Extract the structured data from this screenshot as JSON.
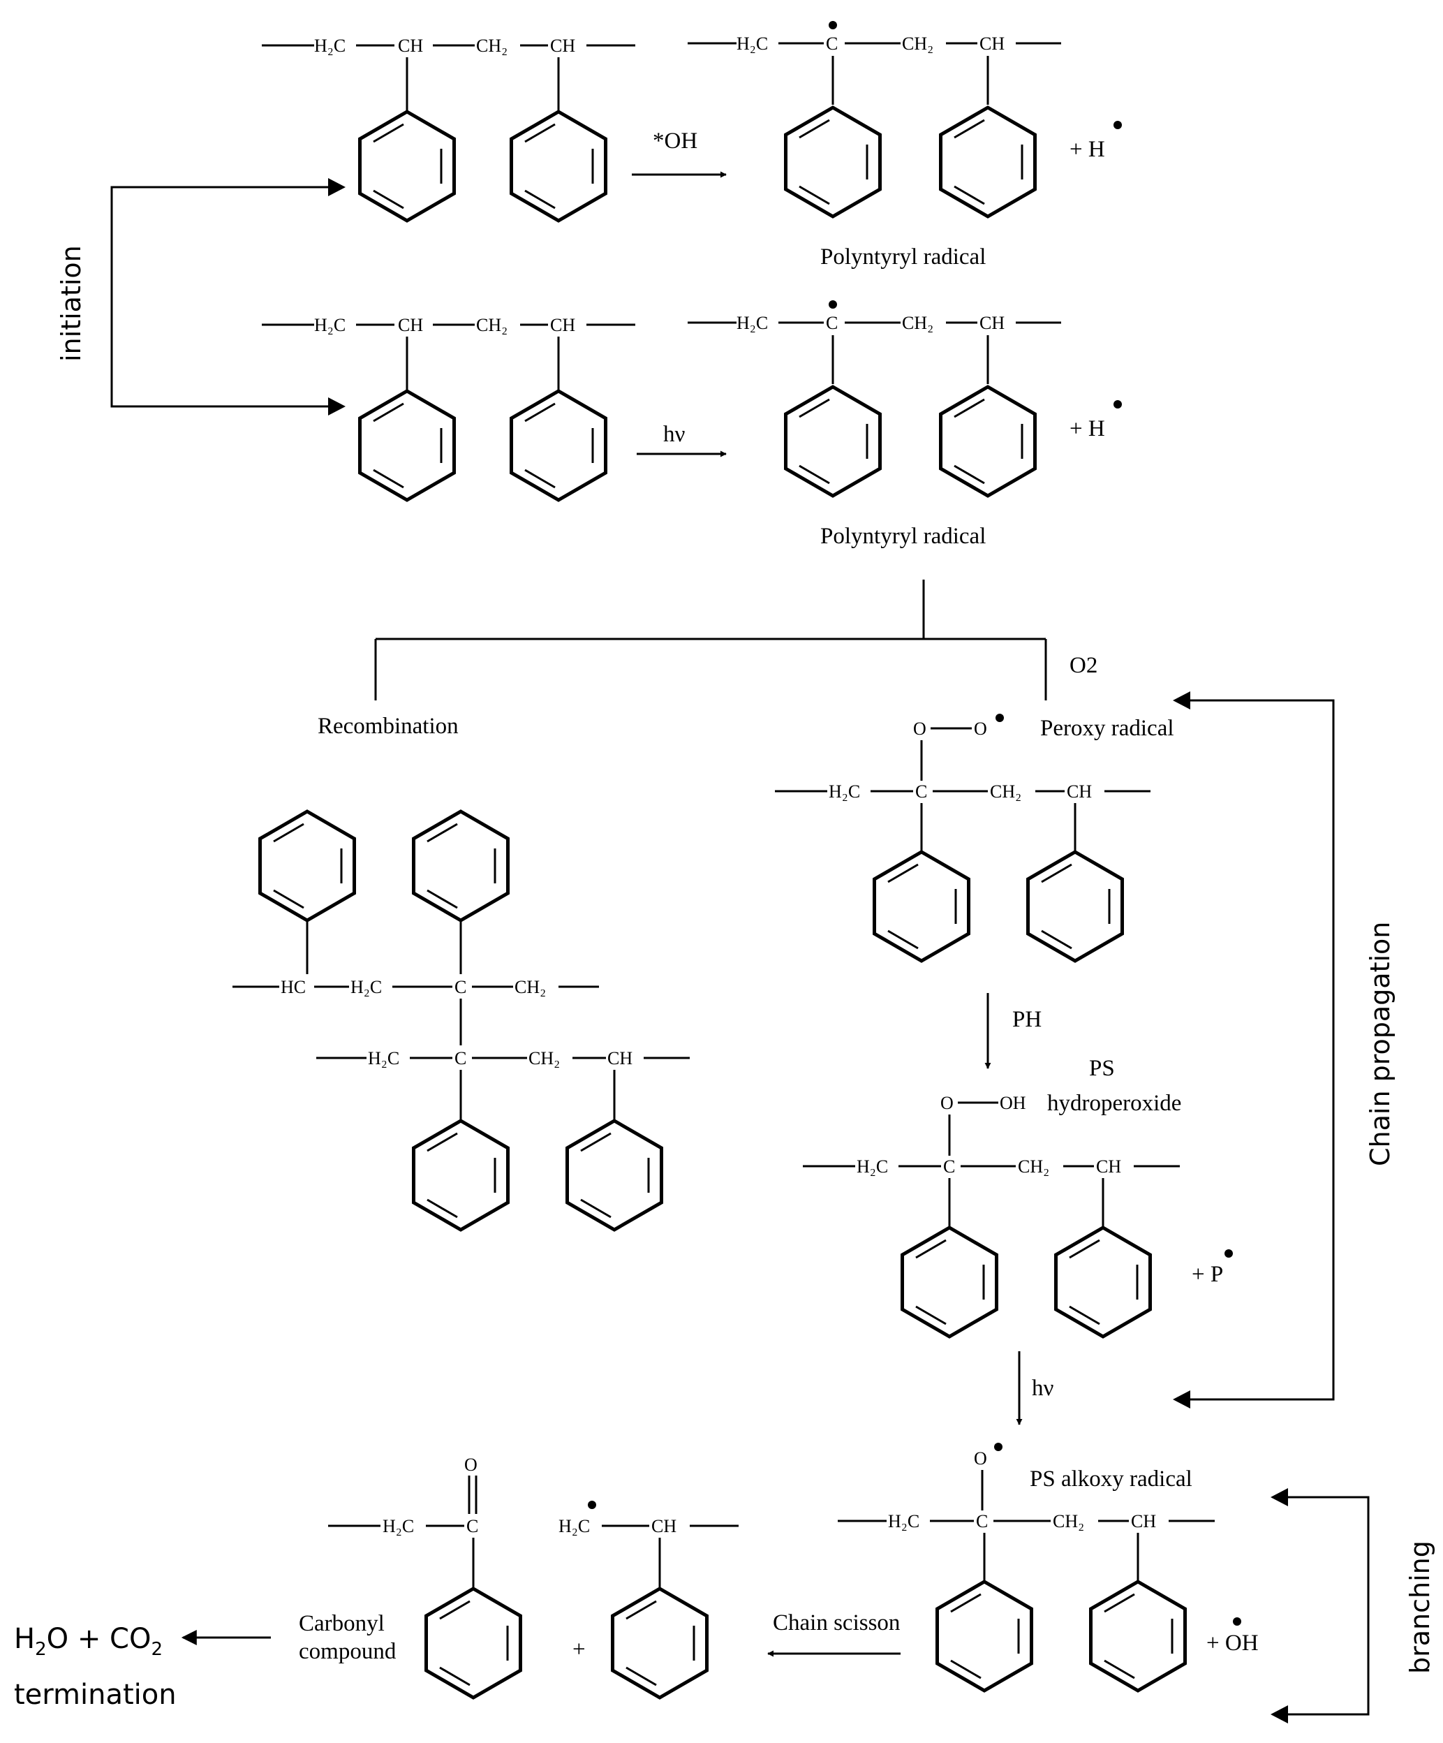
{
  "labels": {
    "initiation": "initiation",
    "chain_propagation": "Chain propagation",
    "branching": "branching",
    "termination": "termination",
    "h2o_co2": "H2O + CO2"
  },
  "reagents": {
    "hydroxyl": "*OH",
    "hv": "hν",
    "o2": "O2",
    "ph": "PH",
    "plus_h": "+ H",
    "plus_p": "+ P",
    "plus_oh": "+ OH",
    "plus": "+"
  },
  "species": {
    "polystyryl_radical": "Polyntyryl radical",
    "recombination": "Recombination",
    "peroxy_radical": "Peroxy radical",
    "ps_line1": "PS",
    "ps_line2": "hydroperoxide",
    "alkoxy_radical": "PS alkoxy radical",
    "chain_scission": "Chain scisson",
    "carbonyl_line1": "Carbonyl",
    "carbonyl_line2": "compound"
  },
  "atoms": {
    "h2c": "H₂C",
    "ch": "CH",
    "ch2": "CH₂",
    "c": "C",
    "hc": "HC",
    "o": "O",
    "oh": "OH"
  }
}
